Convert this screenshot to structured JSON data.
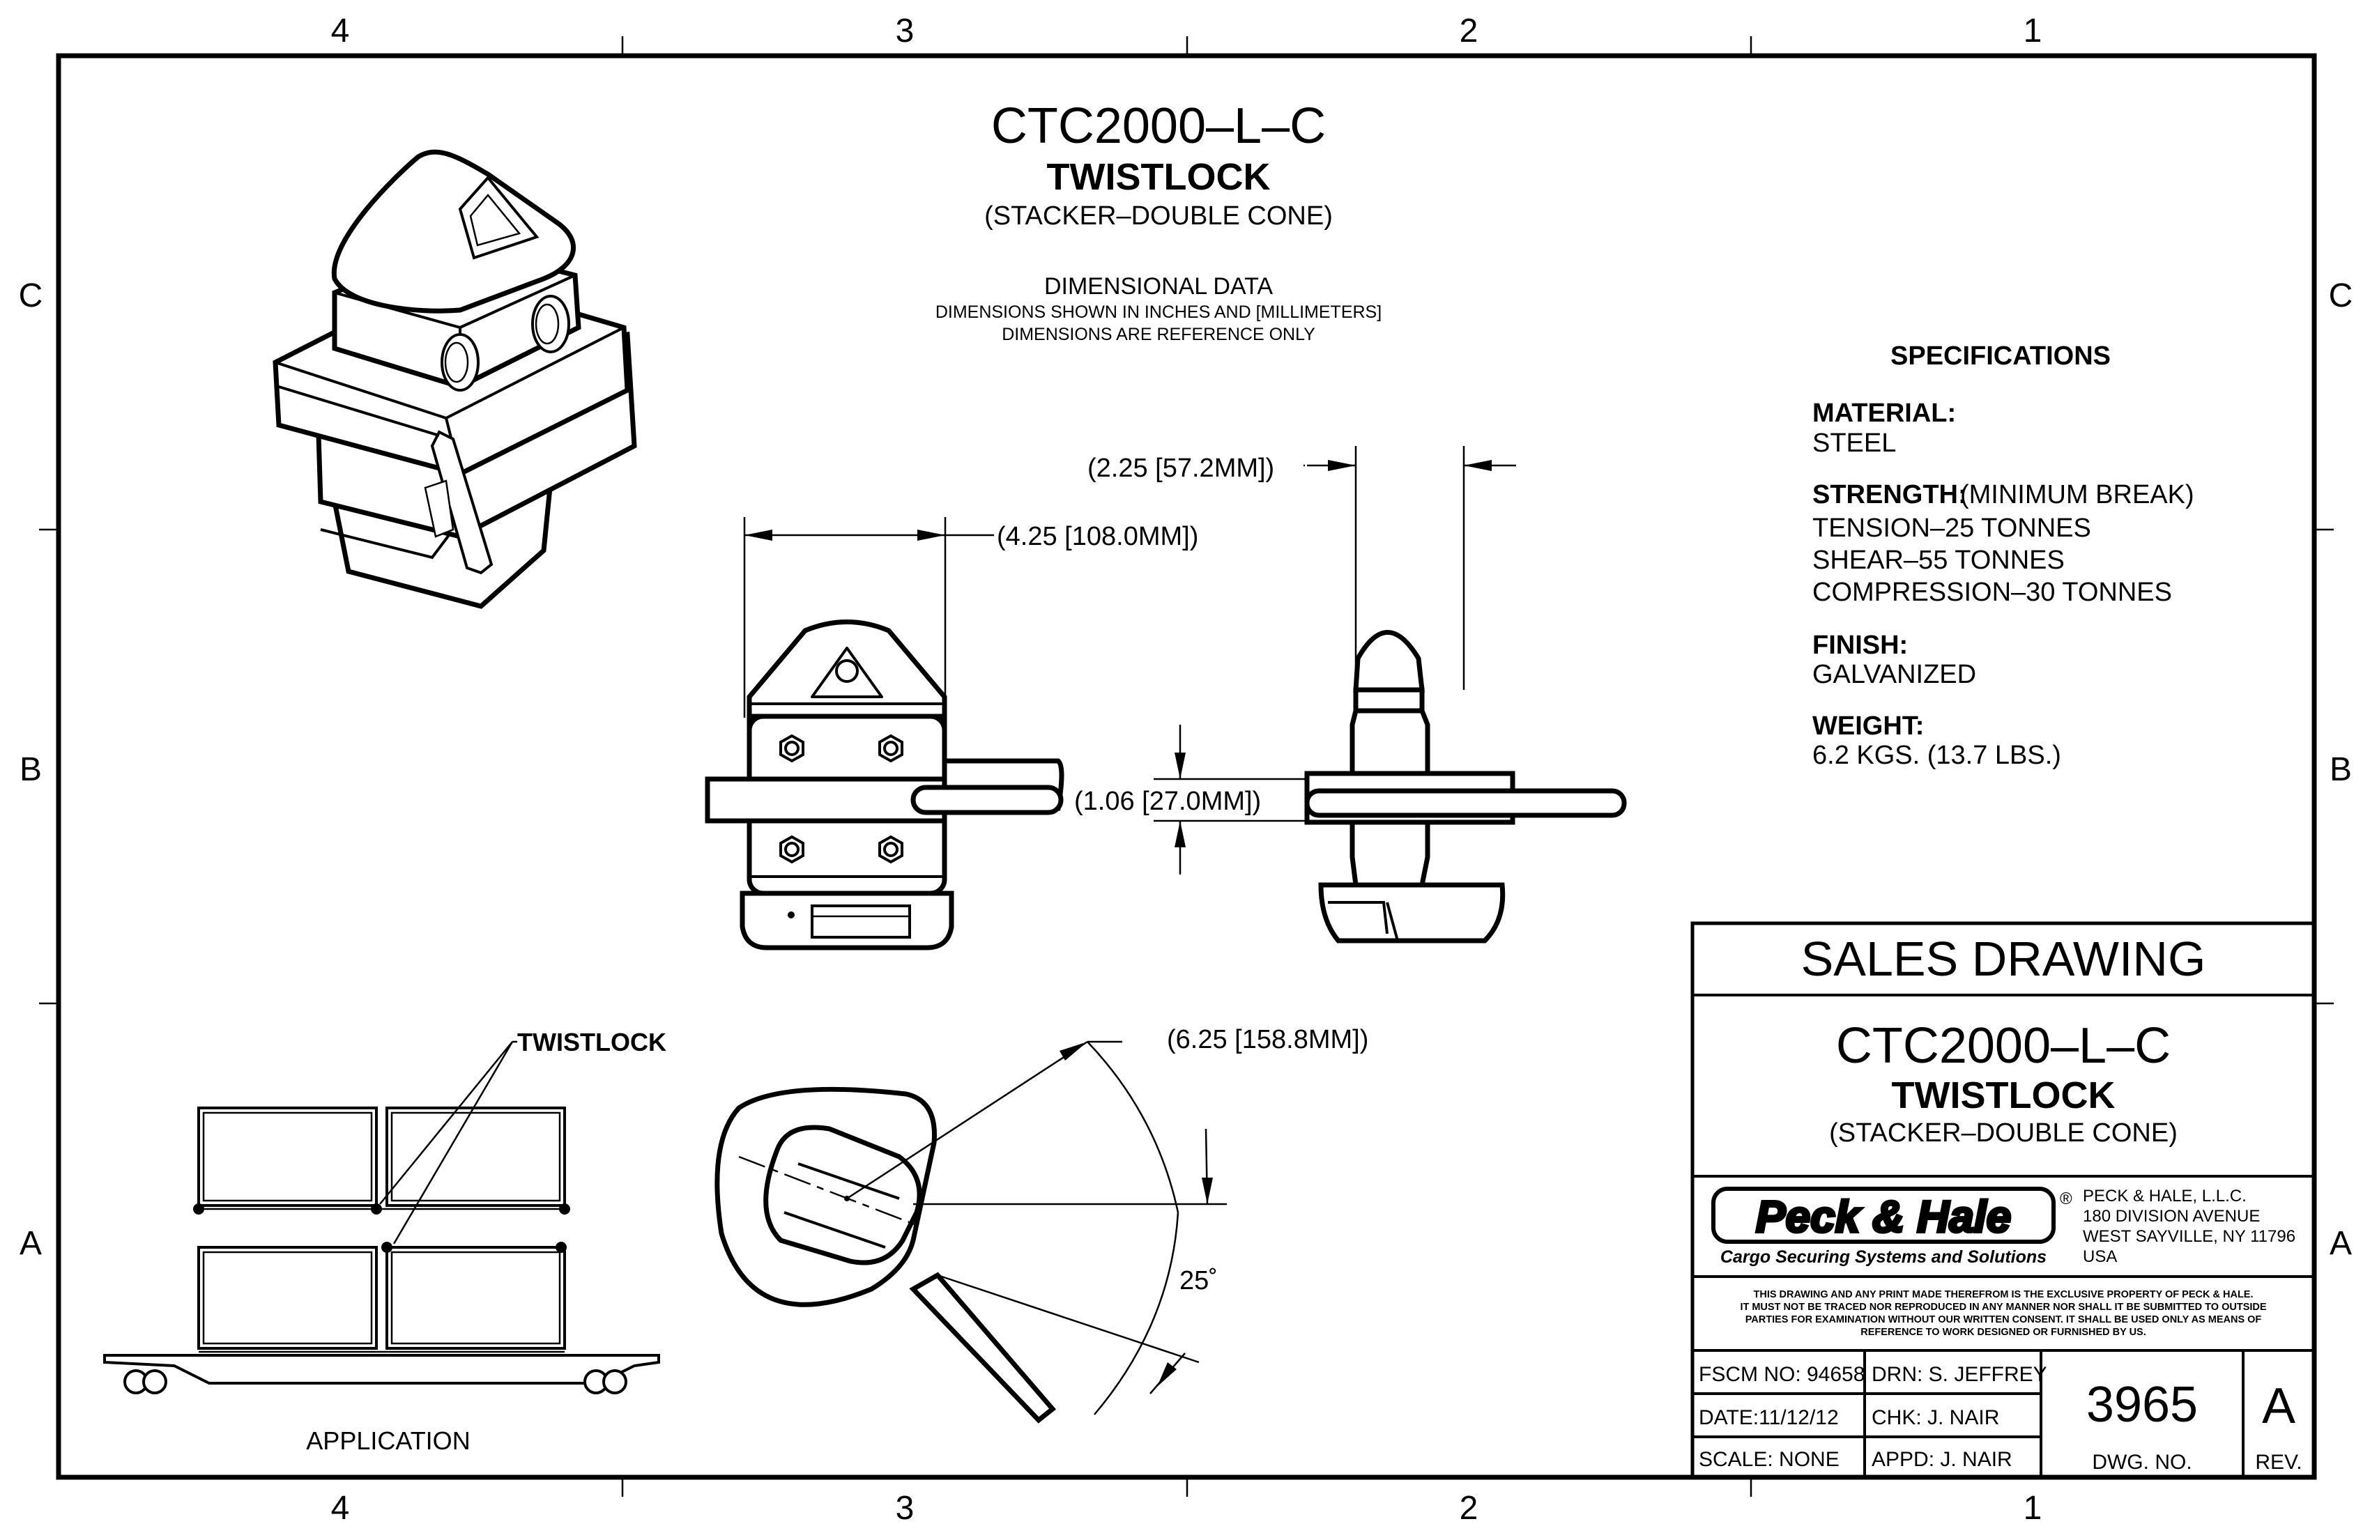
{
  "zone_labels": {
    "top": [
      "4",
      "3",
      "2",
      "1"
    ],
    "bottom": [
      "4",
      "3",
      "2",
      "1"
    ],
    "left": [
      "C",
      "B",
      "A"
    ],
    "right": [
      "C",
      "B",
      "A"
    ]
  },
  "header": {
    "part_number": "CTC2000–L–C",
    "part_name": "TWISTLOCK",
    "part_desc": "(STACKER–DOUBLE CONE)"
  },
  "dimensional_note": {
    "title": "DIMENSIONAL DATA",
    "line1": "DIMENSIONS SHOWN IN INCHES AND [MILLIMETERS]",
    "line2": "DIMENSIONS ARE REFERENCE ONLY"
  },
  "dimensions": {
    "height": "(2.25 [57.2MM])",
    "width": "(4.25 [108.0MM])",
    "thickness": "(1.06 [27.0MM])",
    "handle": "(6.25 [158.8MM])",
    "angle": "25˚"
  },
  "specifications": {
    "title": "SPECIFICATIONS",
    "material_label": "MATERIAL:",
    "material_value": "STEEL",
    "strength_label": "STRENGTH:",
    "strength_note": "(MINIMUM BREAK)",
    "strength_lines": [
      "TENSION–25 TONNES",
      "SHEAR–55 TONNES",
      "COMPRESSION–30 TONNES"
    ],
    "finish_label": "FINISH:",
    "finish_value": "GALVANIZED",
    "weight_label": "WEIGHT:",
    "weight_value": "6.2 KGS. (13.7 LBS.)"
  },
  "application": {
    "callout": "TWISTLOCK",
    "caption": "APPLICATION"
  },
  "title_block": {
    "drawing_type": "SALES DRAWING",
    "part_number": "CTC2000–L–C",
    "part_name": "TWISTLOCK",
    "part_desc": "(STACKER–DOUBLE CONE)",
    "logo_text": "Peck & Hale",
    "registered_mark": "®",
    "logo_tagline": "Cargo Securing Systems and Solutions",
    "company_address": [
      "PECK & HALE, L.L.C.",
      "180 DIVISION AVENUE",
      "WEST SAYVILLE, NY 11796",
      "USA"
    ],
    "notice": [
      "THIS DRAWING AND ANY PRINT MADE THEREFROM IS THE EXCLUSIVE PROPERTY OF PECK & HALE.",
      "IT MUST NOT BE TRACED NOR REPRODUCED IN ANY MANNER NOR SHALL IT BE SUBMITTED TO OUTSIDE",
      "PARTIES FOR EXAMINATION WITHOUT OUR WRITTEN CONSENT.  IT SHALL BE USED ONLY AS MEANS OF",
      "REFERENCE TO WORK DESIGNED OR FURNISHED BY US."
    ],
    "fscm": "FSCM NO: 94658",
    "date": "DATE:11/12/12",
    "scale": "SCALE: NONE",
    "drawn": "DRN: S. JEFFREY",
    "checked": "CHK:  J. NAIR",
    "approved": "APPD:  J. NAIR",
    "drawing_number": "3965",
    "drawing_number_label": "DWG. NO.",
    "revision": "A",
    "revision_label": "REV."
  }
}
